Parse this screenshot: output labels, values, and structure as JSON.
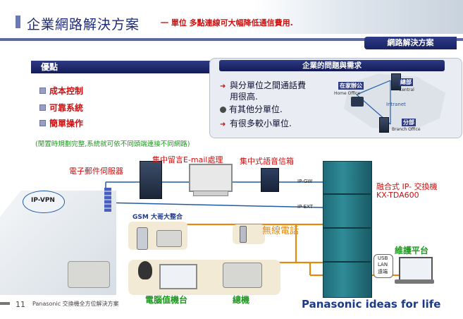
{
  "header": {
    "title": "企業網路解決方案",
    "subtitle": "一 單位 多點連線可大幅降低通信費用.",
    "tab_label": "網路解決方案"
  },
  "advantages": {
    "heading": "優點",
    "items": [
      "成本控制",
      "可靠系統",
      "簡單操作"
    ],
    "note": "(閒置時規劃完整,系統就可依不同頭端連接不同網路)"
  },
  "problems": {
    "heading": "企業的問題與需求",
    "items": [
      {
        "text_line1": "與分單位之間通話費",
        "text_line2": "用很高.",
        "marker": "arrow"
      },
      {
        "text_line1": "有其他分單位.",
        "marker": "dot"
      },
      {
        "text_line1": "有很多較小單位.",
        "marker": "arrow"
      }
    ],
    "map_labels": {
      "home": "在家辦公",
      "home_caption": "Home Office",
      "central": "總部",
      "central_caption": "Central",
      "intranet": "Intranet",
      "branch": "分部",
      "branch_caption": "Branch Office"
    }
  },
  "diagram": {
    "email_server": "電子郵件伺服器",
    "voicemail_email": "集中留言E-mail處理",
    "voice_mailbox": "集中式語音信箱",
    "ip_vpn": "IP-VPN",
    "gsm_label": "GSM 大哥大整合",
    "wireless_phone": "無線電話",
    "pbx_line1": "融合式 IP- 交換機",
    "pbx_line2": "KX-TDA600",
    "ports": {
      "ip_gw": "IP-GW",
      "ip_ext": "IP-EXT"
    },
    "maintenance": "維護平台",
    "maintenance_ports": [
      "USB",
      "LAN",
      "遠端"
    ],
    "computer_console": "電腦值機台",
    "operator": "總機"
  },
  "footer": {
    "page_number": "11",
    "doc_title": "Panasonic 交換機全方位解決方案",
    "brand": "Panasonic ideas for life"
  },
  "colors": {
    "navy": "#1e2a7a",
    "accent_red": "#cc1010",
    "accent_green": "#1c9b1c",
    "accent_orange": "#e08a10",
    "line_blue": "#1f5ca8"
  }
}
